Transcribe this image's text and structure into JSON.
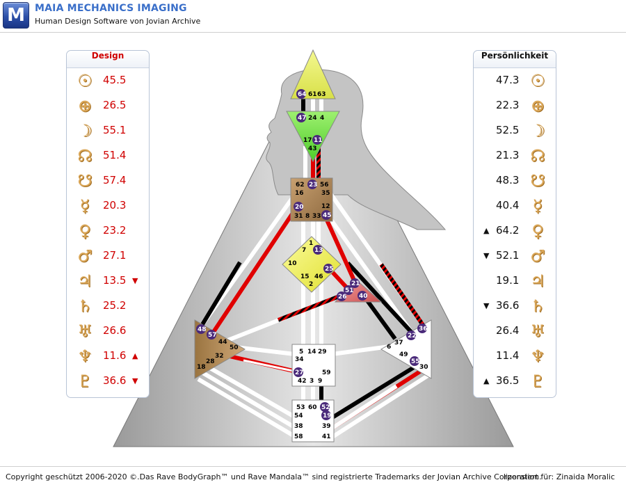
{
  "app": {
    "logo_letter": "M",
    "title": "MAIA MECHANICS IMAGING",
    "subtitle": "Human Design Software von Jovian Archive"
  },
  "colors": {
    "accent": "#3a6fc9",
    "design_red": "#d00000",
    "glyph_gold": "#dba85a",
    "head_center": "#e8f07a",
    "ajna_center": "#7fe05a",
    "throat_center": "#b08a5a",
    "g_center": "#f0f05a",
    "heart_center": "#e07070",
    "spleen_center": "#b08a5a"
  },
  "design": {
    "title": "Design",
    "rows": [
      {
        "icon": "sun-icon",
        "glyph": "☉",
        "value": "45.5",
        "arrow": ""
      },
      {
        "icon": "earth-icon",
        "glyph": "⊕",
        "value": "26.5",
        "arrow": ""
      },
      {
        "icon": "moon-icon",
        "glyph": "☽",
        "value": "55.1",
        "arrow": ""
      },
      {
        "icon": "north-node-icon",
        "glyph": "☊",
        "value": "51.4",
        "arrow": ""
      },
      {
        "icon": "south-node-icon",
        "glyph": "☋",
        "value": "57.4",
        "arrow": ""
      },
      {
        "icon": "mercury-icon",
        "glyph": "☿",
        "value": "20.3",
        "arrow": ""
      },
      {
        "icon": "venus-icon",
        "glyph": "♀",
        "value": "23.2",
        "arrow": ""
      },
      {
        "icon": "mars-icon",
        "glyph": "♂",
        "value": "27.1",
        "arrow": ""
      },
      {
        "icon": "jupiter-icon",
        "glyph": "♃",
        "value": "13.5",
        "arrow": "▼"
      },
      {
        "icon": "saturn-icon",
        "glyph": "♄",
        "value": "25.2",
        "arrow": ""
      },
      {
        "icon": "uranus-icon",
        "glyph": "♅",
        "value": "26.6",
        "arrow": ""
      },
      {
        "icon": "neptune-icon",
        "glyph": "♆",
        "value": "11.6",
        "arrow": "▲"
      },
      {
        "icon": "pluto-icon",
        "glyph": "♇",
        "value": "36.6",
        "arrow": "▼"
      }
    ]
  },
  "personality": {
    "title": "Persönlichkeit",
    "rows": [
      {
        "icon": "sun-icon",
        "glyph": "☉",
        "value": "47.3",
        "arrow": ""
      },
      {
        "icon": "earth-icon",
        "glyph": "⊕",
        "value": "22.3",
        "arrow": ""
      },
      {
        "icon": "moon-icon",
        "glyph": "☽",
        "value": "52.5",
        "arrow": ""
      },
      {
        "icon": "north-node-icon",
        "glyph": "☊",
        "value": "21.3",
        "arrow": ""
      },
      {
        "icon": "south-node-icon",
        "glyph": "☋",
        "value": "48.3",
        "arrow": ""
      },
      {
        "icon": "mercury-icon",
        "glyph": "☿",
        "value": "40.4",
        "arrow": ""
      },
      {
        "icon": "venus-icon",
        "glyph": "♀",
        "value": "64.2",
        "arrow": "▲"
      },
      {
        "icon": "mars-icon",
        "glyph": "♂",
        "value": "52.1",
        "arrow": "▼"
      },
      {
        "icon": "jupiter-icon",
        "glyph": "♃",
        "value": "19.1",
        "arrow": ""
      },
      {
        "icon": "saturn-icon",
        "glyph": "♄",
        "value": "36.6",
        "arrow": "▼"
      },
      {
        "icon": "uranus-icon",
        "glyph": "♅",
        "value": "26.4",
        "arrow": ""
      },
      {
        "icon": "neptune-icon",
        "glyph": "♆",
        "value": "11.4",
        "arrow": ""
      },
      {
        "icon": "pluto-icon",
        "glyph": "♇",
        "value": "36.5",
        "arrow": "▲"
      }
    ]
  },
  "bodygraph": {
    "head_gates": [
      "64",
      "61",
      "63"
    ],
    "ajna_gates": [
      "47",
      "24",
      "4",
      "17",
      "11",
      "43"
    ],
    "throat_gates": [
      "62",
      "23",
      "56",
      "16",
      "35",
      "12",
      "20",
      "45",
      "31",
      "8",
      "33"
    ],
    "g_gates": [
      "1",
      "7",
      "13",
      "10",
      "25",
      "15",
      "46",
      "2"
    ],
    "heart_gates": [
      "21",
      "51",
      "26",
      "40"
    ],
    "spleen_gates": [
      "48",
      "57",
      "44",
      "50",
      "32",
      "28",
      "18"
    ],
    "sacral_gates": [
      "5",
      "14",
      "29",
      "34",
      "27",
      "59",
      "42",
      "3",
      "9"
    ],
    "solar_gates": [
      "36",
      "37",
      "22",
      "6",
      "49",
      "55",
      "30"
    ],
    "root_gates": [
      "53",
      "60",
      "52",
      "54",
      "19",
      "38",
      "39",
      "58",
      "41"
    ]
  },
  "footer": {
    "copyright": "Copyright geschützt 2006-2020 ©.Das Rave BodyGraph™ und Rave Mandala™ sind registrierte Trademarks der Jovian Archive Corporation.",
    "license": "lizensiert für: Zinaida Moralic"
  }
}
